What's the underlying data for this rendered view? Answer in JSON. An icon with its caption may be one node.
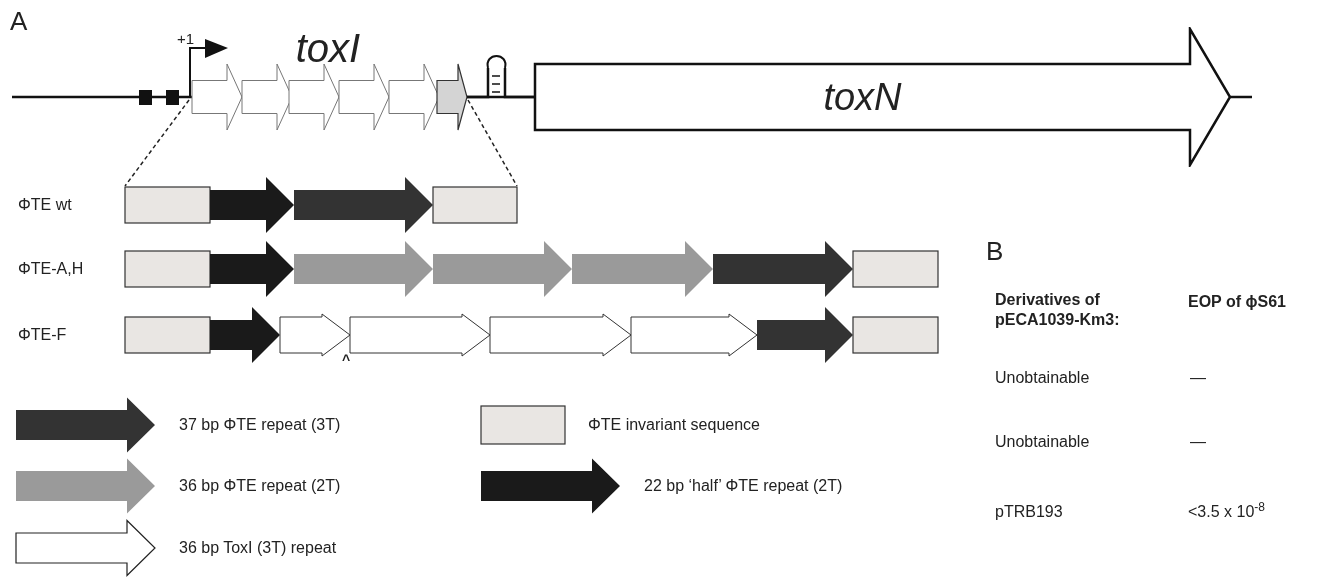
{
  "diagram": {
    "nodes": [
      {
        "text": [
          "toxN"
        ]
      }
    ],
    "labels": [
      "A",
      "+1",
      "toxI",
      "ΦTE wt",
      "ΦTE-A,H",
      "ΦTE-F",
      "^",
      "B",
      "Derivatives of pECA1039-Km3:",
      "EOP of ϕS61",
      "Unobtainable",
      "—",
      "Unobtainable",
      "—",
      "pTRB193",
      "<3.5 x 10$^{-8}$"
    ],
    "legend": [
      {
        "text": "37 bp ΦTE repeat (3T)",
        "color": "#333333"
      },
      {
        "text": "ΦTE invariant sequence",
        "color": "#e9e6e3"
      },
      {
        "text": "36 bp ΦTE repeat (2T)",
        "color": "#9a9a9a"
      },
      {
        "text": "22 bp ‘half’ ΦTE repeat (2T)",
        "color": "#1a1a1a"
      },
      {
        "text": "36 bp ToxI (3T) repeat"
      }
    ]
  }
}
